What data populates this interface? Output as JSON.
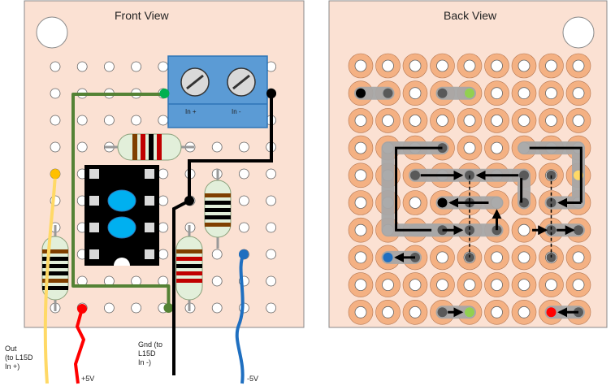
{
  "front": {
    "title": "Front View",
    "terminal_labels": [
      "In +",
      "In -"
    ]
  },
  "back": {
    "title": "Back View"
  },
  "wire_labels": {
    "out": [
      "Out",
      "(to L15D",
      "In +)"
    ],
    "plus5": "+5V",
    "gnd": [
      "Gnd (to",
      "L15D",
      "In -)"
    ],
    "minus5": "-5V"
  },
  "colors": {
    "board": "#fbe1d3",
    "border": "#888888",
    "green_wire": "#548235",
    "black_wire": "#000000",
    "red_wire": "#ff0000",
    "blue_wire": "#1f6fc0",
    "yellow_wire": "#ffd966",
    "terminal": "#5b9bd5",
    "pad": "#f4b183",
    "track": "#a6a6a6"
  }
}
